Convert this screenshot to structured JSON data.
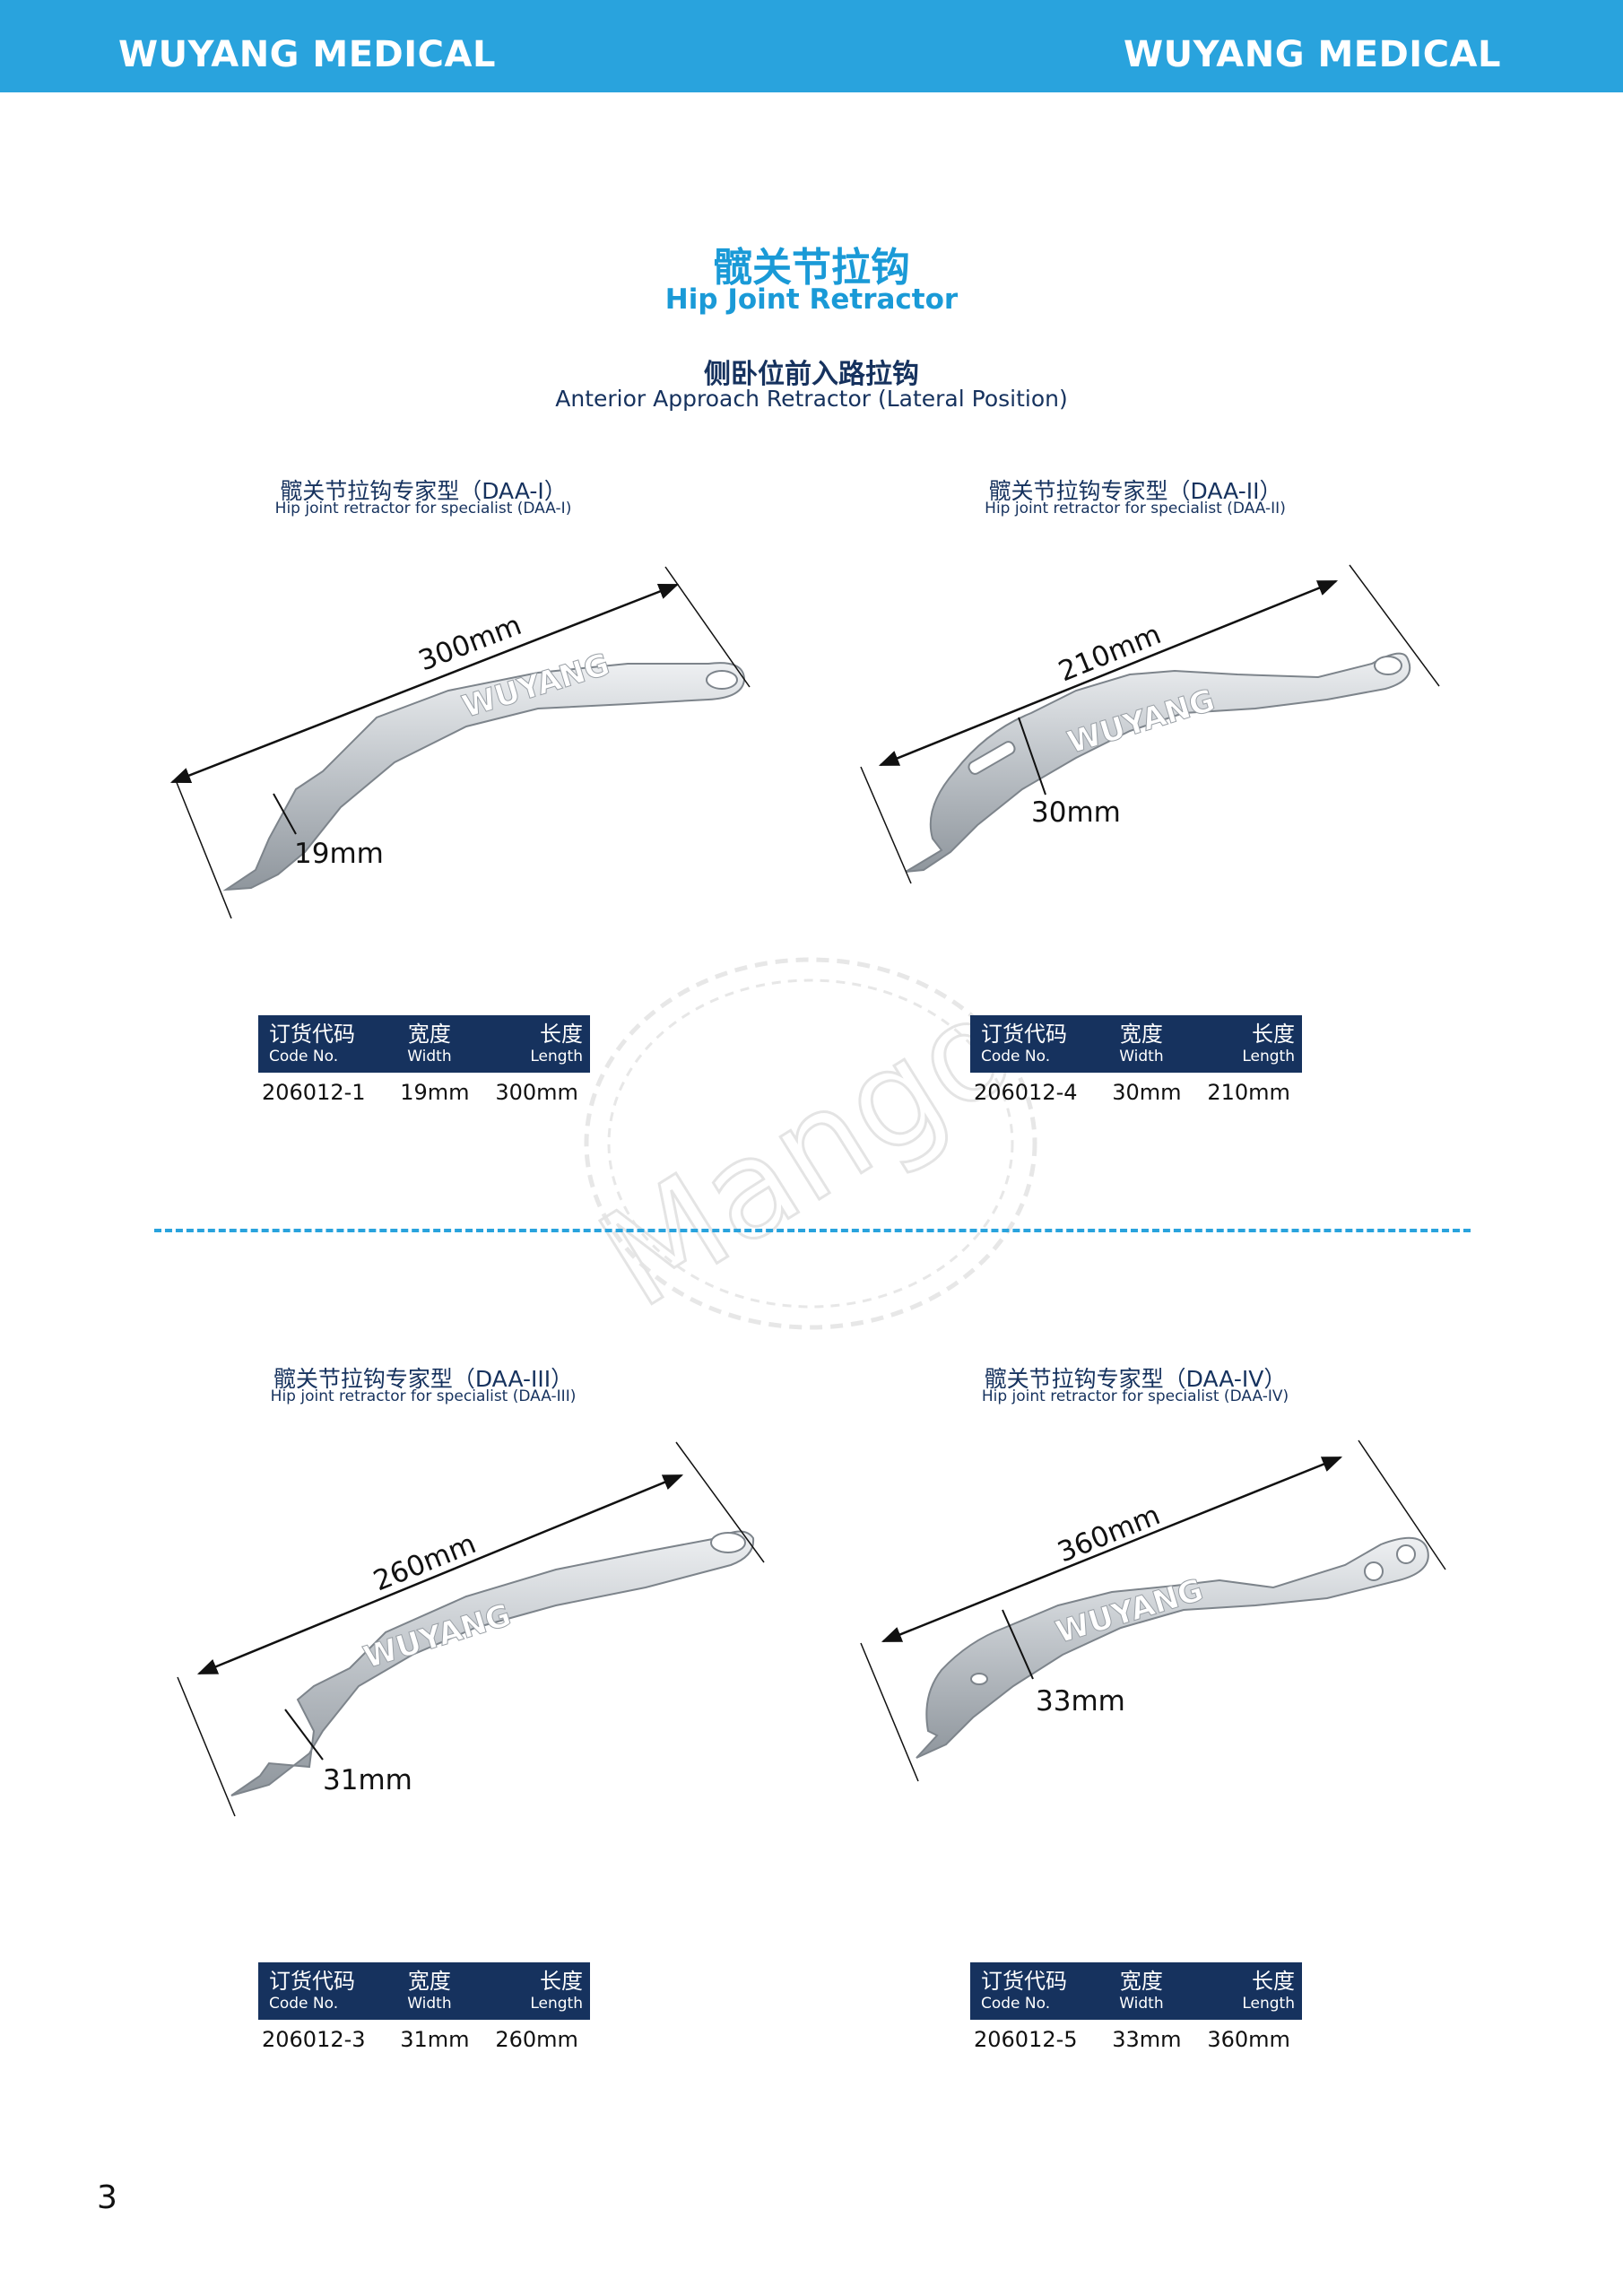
{
  "header": {
    "brand_left": "WUYANG MEDICAL",
    "brand_right": "WUYANG MEDICAL"
  },
  "title": {
    "zh": "髋关节拉钩",
    "en": "Hip Joint Retractor"
  },
  "subtitle": {
    "zh": "侧卧位前入路拉钩",
    "en": "Anterior Approach Retractor (Lateral Position)"
  },
  "table_header": {
    "code_zh": "订货代码",
    "code_en": "Code No.",
    "width_zh": "宽度",
    "width_en": "Width",
    "length_zh": "长度",
    "length_en": "Length"
  },
  "products": [
    {
      "name_zh": "髋关节拉钩专家型（DAA-I）",
      "name_en": "Hip joint retractor for specialist (DAA-I)",
      "length_label": "300mm",
      "width_label": "19mm",
      "engraving": "WUYANG",
      "code": "206012-1",
      "width": "19mm",
      "length": "300mm"
    },
    {
      "name_zh": "髋关节拉钩专家型（DAA-II）",
      "name_en": "Hip joint retractor for specialist (DAA-II)",
      "length_label": "210mm",
      "width_label": "30mm",
      "engraving": "WUYANG",
      "code": "206012-4",
      "width": "30mm",
      "length": "210mm"
    },
    {
      "name_zh": "髋关节拉钩专家型（DAA-III）",
      "name_en": "Hip joint retractor for specialist (DAA-III)",
      "length_label": "260mm",
      "width_label": "31mm",
      "engraving": "WUYANG",
      "code": "206012-3",
      "width": "31mm",
      "length": "260mm"
    },
    {
      "name_zh": "髋关节拉钩专家型（DAA-IV）",
      "name_en": "Hip joint retractor for specialist (DAA-IV)",
      "length_label": "360mm",
      "width_label": "33mm",
      "engraving": "WUYANG",
      "code": "206012-5",
      "width": "33mm",
      "length": "360mm"
    }
  ],
  "watermark": "Mango",
  "page_number": "3",
  "colors": {
    "header": "#29a3dd",
    "title": "#1a9ad7",
    "navy": "#16325e",
    "instrument": "#b9bec4"
  }
}
